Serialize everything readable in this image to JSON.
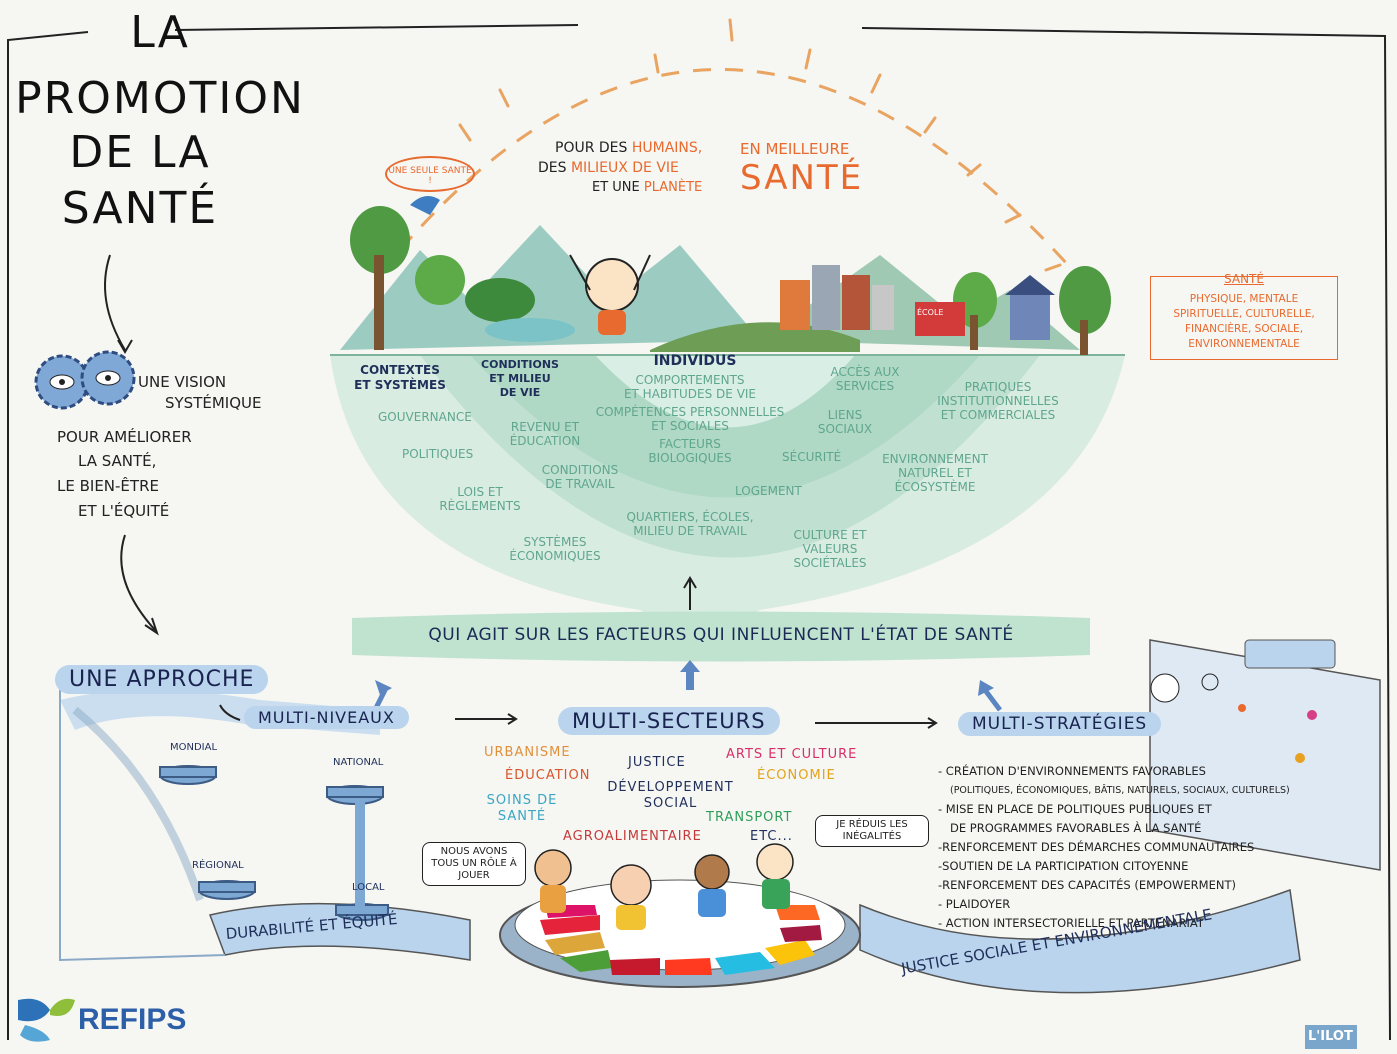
{
  "title": {
    "line1": "LA",
    "line2": "PROMOTION",
    "line3": "DE LA",
    "line4": "SANTÉ"
  },
  "header_slogan": {
    "part1": "POUR DES",
    "part1_b": "HUMAINS,",
    "part2": "DES",
    "part2_b": "MILIEUX DE VIE",
    "part3": "ET UNE",
    "part3_b": "PLANÈTE",
    "right1": "EN MEILLEURE",
    "right2": "SANTÉ"
  },
  "bird_bubble": "UNE SEULE SANTÉ !",
  "school_sign": "ÉCOLE",
  "health_box": {
    "title": "SANTÉ",
    "l1": "PHYSIQUE, MENTALE",
    "l2": "SPIRITUELLE, CULTURELLE,",
    "l3": "FINANCIÈRE, SOCIALE,",
    "l4": "ENVIRONNEMENTALE"
  },
  "vision": {
    "label1": "UNE VISION",
    "label2": "SYSTÉMIQUE",
    "goal1": "POUR AMÉLIORER",
    "goal2": "LA SANTÉ,",
    "goal3": "LE BIEN-ÊTRE",
    "goal4": "ET L'ÉQUITÉ"
  },
  "bowl": {
    "ctx_title1": "CONTEXTES",
    "ctx_title2": "ET SYSTÈMES",
    "cond_title1": "CONDITIONS",
    "cond_title2": "ET MILIEU",
    "cond_title3": "DE VIE",
    "ind_title": "INDIVIDUS",
    "ind1": "COMPORTEMENTS",
    "ind2": "ET HABITUDES DE VIE",
    "ind3": "COMPÉTENCES PERSONNELLES",
    "ind4": "ET SOCIALES",
    "ind5": "FACTEURS",
    "ind6": "BIOLOGIQUES",
    "gouvernance": "GOUVERNANCE",
    "politiques": "POLITIQUES",
    "lois1": "LOIS ET",
    "lois2": "RÈGLEMENTS",
    "sys1": "SYSTÈMES",
    "sys2": "ÉCONOMIQUES",
    "rev1": "REVENU ET",
    "rev2": "ÉDUCATION",
    "trav1": "CONDITIONS",
    "trav2": "DE TRAVAIL",
    "quart1": "QUARTIERS, ÉCOLES,",
    "quart2": "MILIEU DE TRAVAIL",
    "acces1": "ACCÈS AUX",
    "acces2": "SERVICES",
    "liens1": "LIENS",
    "liens2": "SOCIAUX",
    "securite": "SÉCURITÉ",
    "logement": "LOGEMENT",
    "cult1": "CULTURE ET",
    "cult2": "VALEURS",
    "cult3": "SOCIÉTALES",
    "prat1": "PRATIQUES",
    "prat2": "INSTITUTIONNELLES",
    "prat3": "ET COMMERCIALES",
    "env1": "ENVIRONNEMENT",
    "env2": "NATUREL ET",
    "env3": "ÉCOSYSTÈME"
  },
  "banner": "QUI AGIT SUR LES FACTEURS QUI INFLUENCENT L'ÉTAT DE SANTÉ",
  "approach": "UNE APPROCHE",
  "multi_niveaux": "MULTI-NIVEAUX",
  "multi_secteurs": "MULTI-SECTEURS",
  "multi_strategies": "MULTI-STRATÉGIES",
  "levels": {
    "mondial": "MONDIAL",
    "national": "NATIONAL",
    "regional": "RÉGIONAL",
    "local": "LOCAL"
  },
  "sectors": {
    "urbanisme": "URBANISME",
    "justice": "JUSTICE",
    "arts": "ARTS ET CULTURE",
    "education": "ÉDUCATION",
    "economie": "ÉCONOMIE",
    "soins1": "SOINS DE",
    "soins2": "SANTÉ",
    "dev1": "DÉVELOPPEMENT",
    "dev2": "SOCIAL",
    "transport": "TRANSPORT",
    "etc": "ETC...",
    "agro": "AGROALIMENTAIRE"
  },
  "sector_colors": {
    "urbanisme": "#e0903a",
    "education": "#d9542b",
    "soins": "#3aa6c4",
    "justice": "#1f2f5a",
    "arts": "#d6306b",
    "economie": "#e3a21a",
    "transport": "#2f9e59",
    "agro": "#c43a3a"
  },
  "strategies": [
    "- CRÉATION D'ENVIRONNEMENTS FAVORABLES",
    "(POLITIQUES, ÉCONOMIQUES, BÂTIS, NATURELS, SOCIAUX, CULTURELS)",
    "- MISE EN PLACE DE POLITIQUES PUBLIQUES ET",
    "DE PROGRAMMES FAVORABLES À LA SANTÉ",
    "-RENFORCEMENT DES DÉMARCHES COMMUNAUTAIRES",
    "-SOUTIEN DE LA PARTICIPATION CITOYENNE",
    "-RENFORCEMENT DES CAPACITÉS (EMPOWERMENT)",
    "- PLAIDOYER",
    "- ACTION INTERSECTORIELLE ET PARTENARIAT"
  ],
  "bubble_role": "NOUS AVONS TOUS UN RÔLE À JOUER",
  "bubble_ineg": "JE RÉDUIS LES INÉGALITÉS",
  "ribbon_left": "DURABILITÉ ET ÉQUITÉ",
  "ribbon_right": "JUSTICE SOCIALE ET ENVIRONNEMENTALE",
  "logo_refips": "REFIPS",
  "logo_ilot": "L'ILOT"
}
